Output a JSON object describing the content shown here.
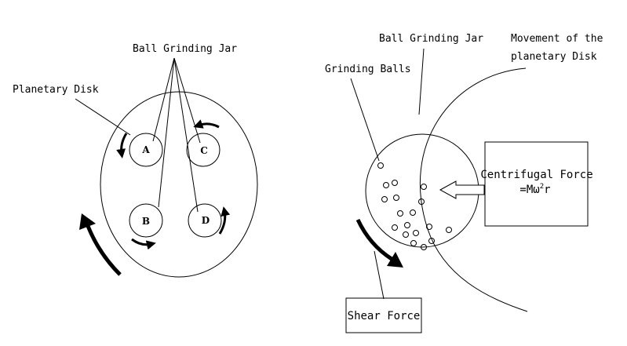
{
  "left_panel": {
    "jar_label": "Ball Grinding Jar",
    "disk_label": "Planetary Disk",
    "jars": [
      "A",
      "C",
      "B",
      "D"
    ]
  },
  "right_panel": {
    "jar_label": "Ball Grinding Jar",
    "movement_label_line1": "Movement of the",
    "movement_label_line2": "planetary Disk",
    "balls_label": "Grinding Balls",
    "centrifugal_line1": "Centrifugal Force",
    "centrifugal_line2_prefix": "=Mω",
    "centrifugal_exponent": "2",
    "centrifugal_line2_suffix": "r",
    "shear_label": "Shear Force"
  },
  "colors": {
    "stroke": "#000000",
    "background": "#ffffff"
  }
}
